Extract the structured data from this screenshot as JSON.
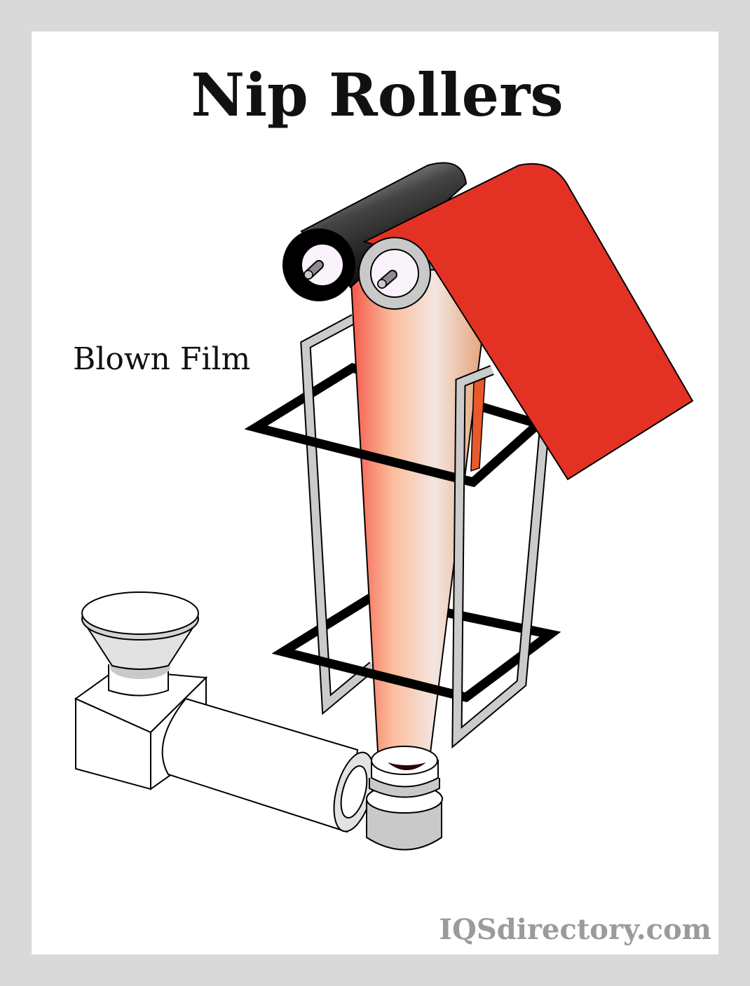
{
  "title": "Nip Rollers",
  "labels": {
    "blown_film": "Blown Film"
  },
  "watermark": "IQSdirectory.com",
  "colors": {
    "film_red": "#e33224",
    "bubble_left": "#f5574a",
    "bubble_mid": "#f3e6e0",
    "bubble_right": "#e39a6a",
    "frame_grey": "#c9c9c9",
    "border": "#d9d9d9",
    "watermark": "#9b9b9b"
  }
}
